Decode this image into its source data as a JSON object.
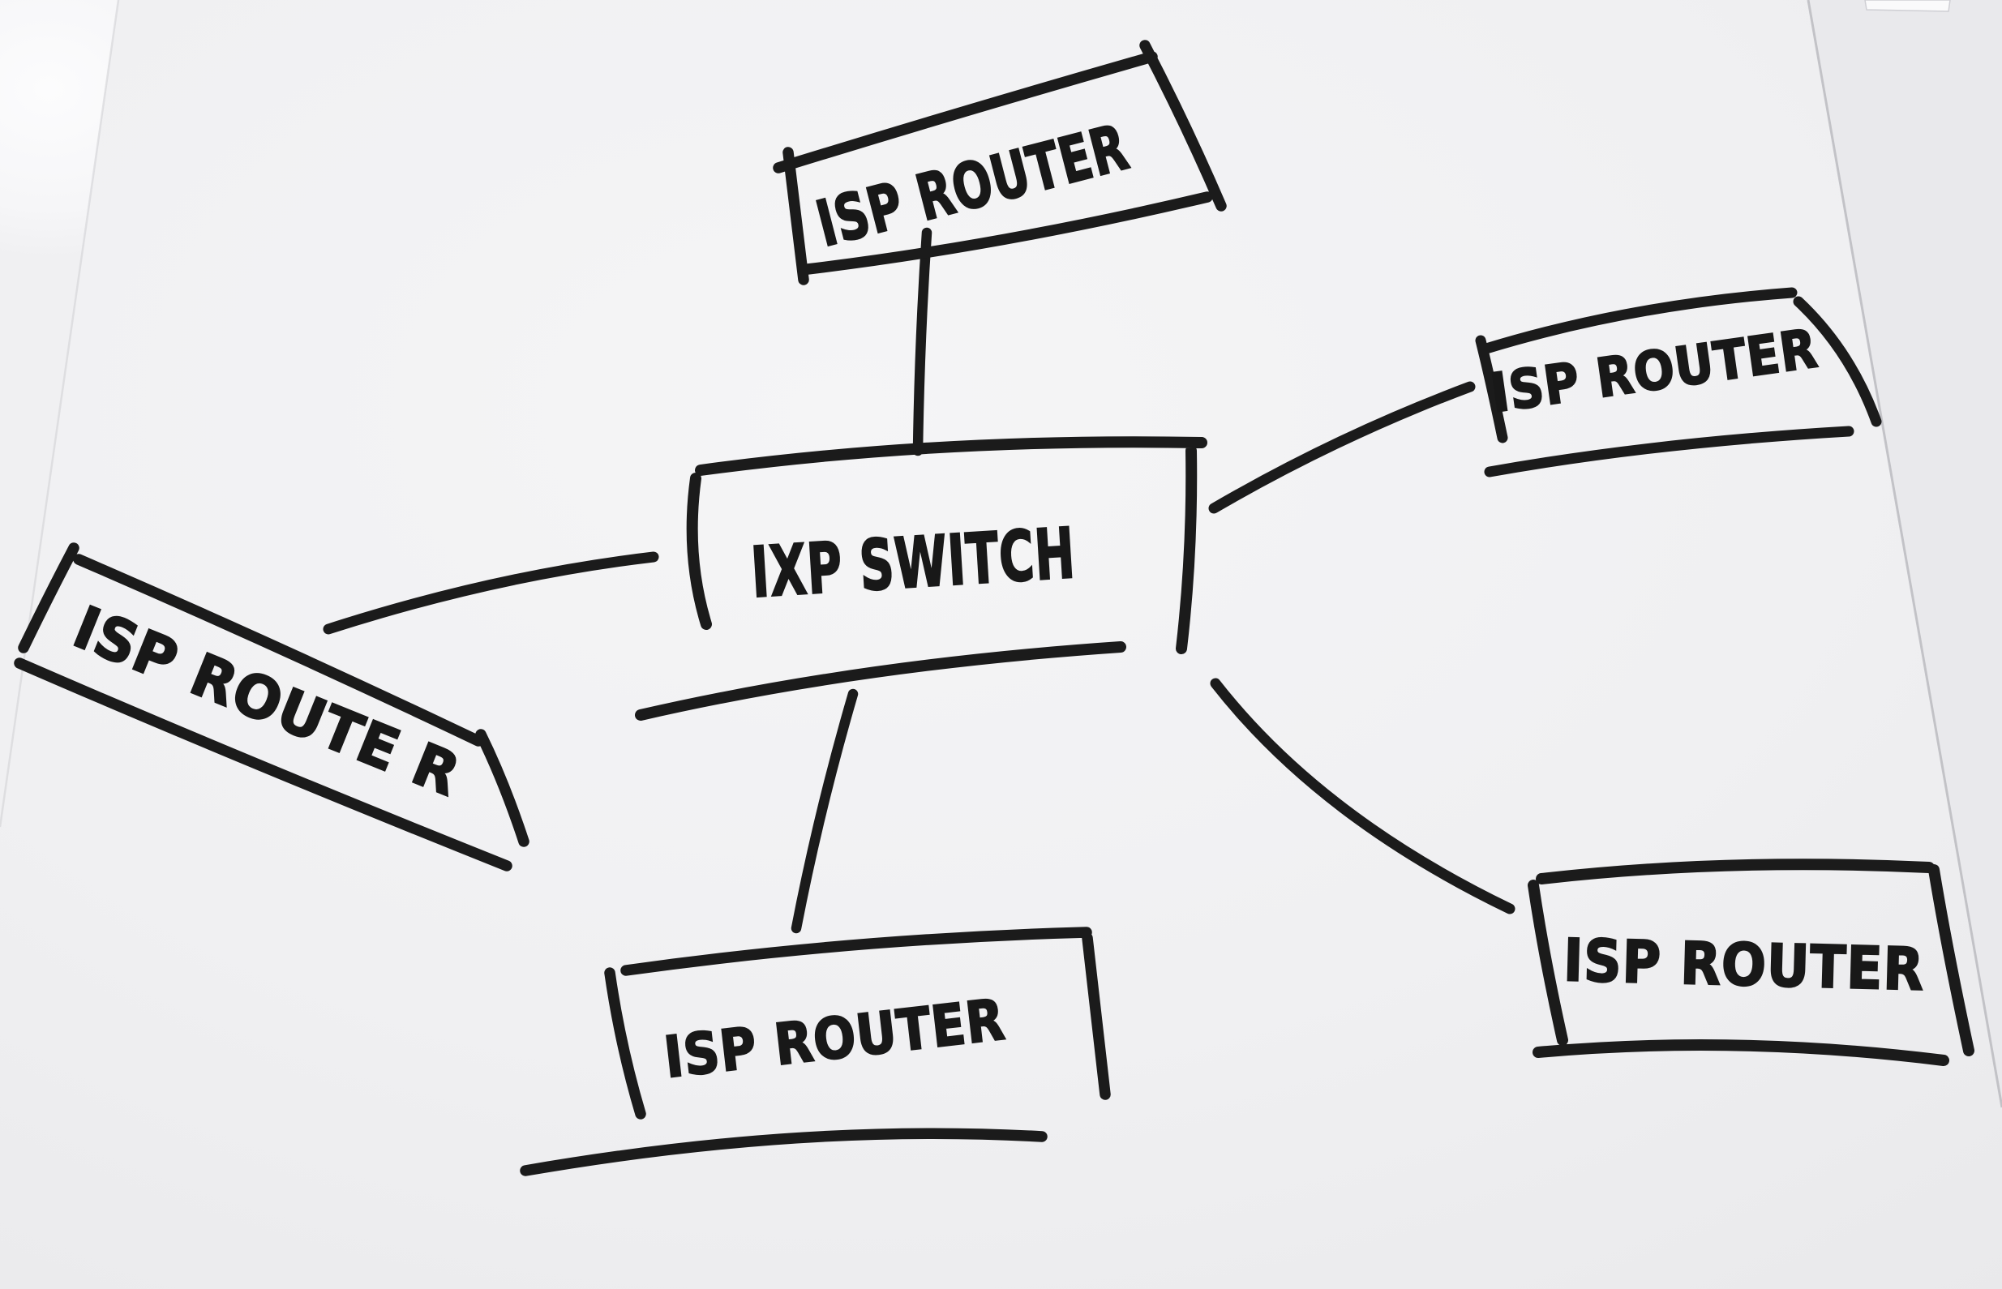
{
  "scene": {
    "description": "Photo of a hand-drawn network diagram, black marker on a white paper sheet laid on a light desk",
    "ink_color": "#1b1b1b",
    "paper_color": "#f1f1f3",
    "desk_color": "#e2e2e5"
  },
  "diagram": {
    "type": "node-link sketch",
    "nodes": [
      {
        "id": "ixp-switch",
        "label": "IXP SWITCH",
        "role": "hub",
        "position": "center"
      },
      {
        "id": "isp-router-top",
        "label": "ISP ROUTER",
        "position": "top"
      },
      {
        "id": "isp-router-right",
        "label": "ISP ROUTER",
        "position": "right"
      },
      {
        "id": "isp-router-left",
        "label": "ISP ROUTE R",
        "position": "left"
      },
      {
        "id": "isp-router-bottom",
        "label": "ISP ROUTER",
        "position": "bottom"
      },
      {
        "id": "isp-router-bottom-right",
        "label": "ISP ROUTER",
        "position": "bottom-right"
      }
    ],
    "edges": [
      {
        "from": "isp-router-top",
        "to": "ixp-switch"
      },
      {
        "from": "ixp-switch",
        "to": "isp-router-right"
      },
      {
        "from": "ixp-switch",
        "to": "isp-router-left"
      },
      {
        "from": "ixp-switch",
        "to": "isp-router-bottom"
      },
      {
        "from": "ixp-switch",
        "to": "isp-router-bottom-right"
      }
    ]
  }
}
